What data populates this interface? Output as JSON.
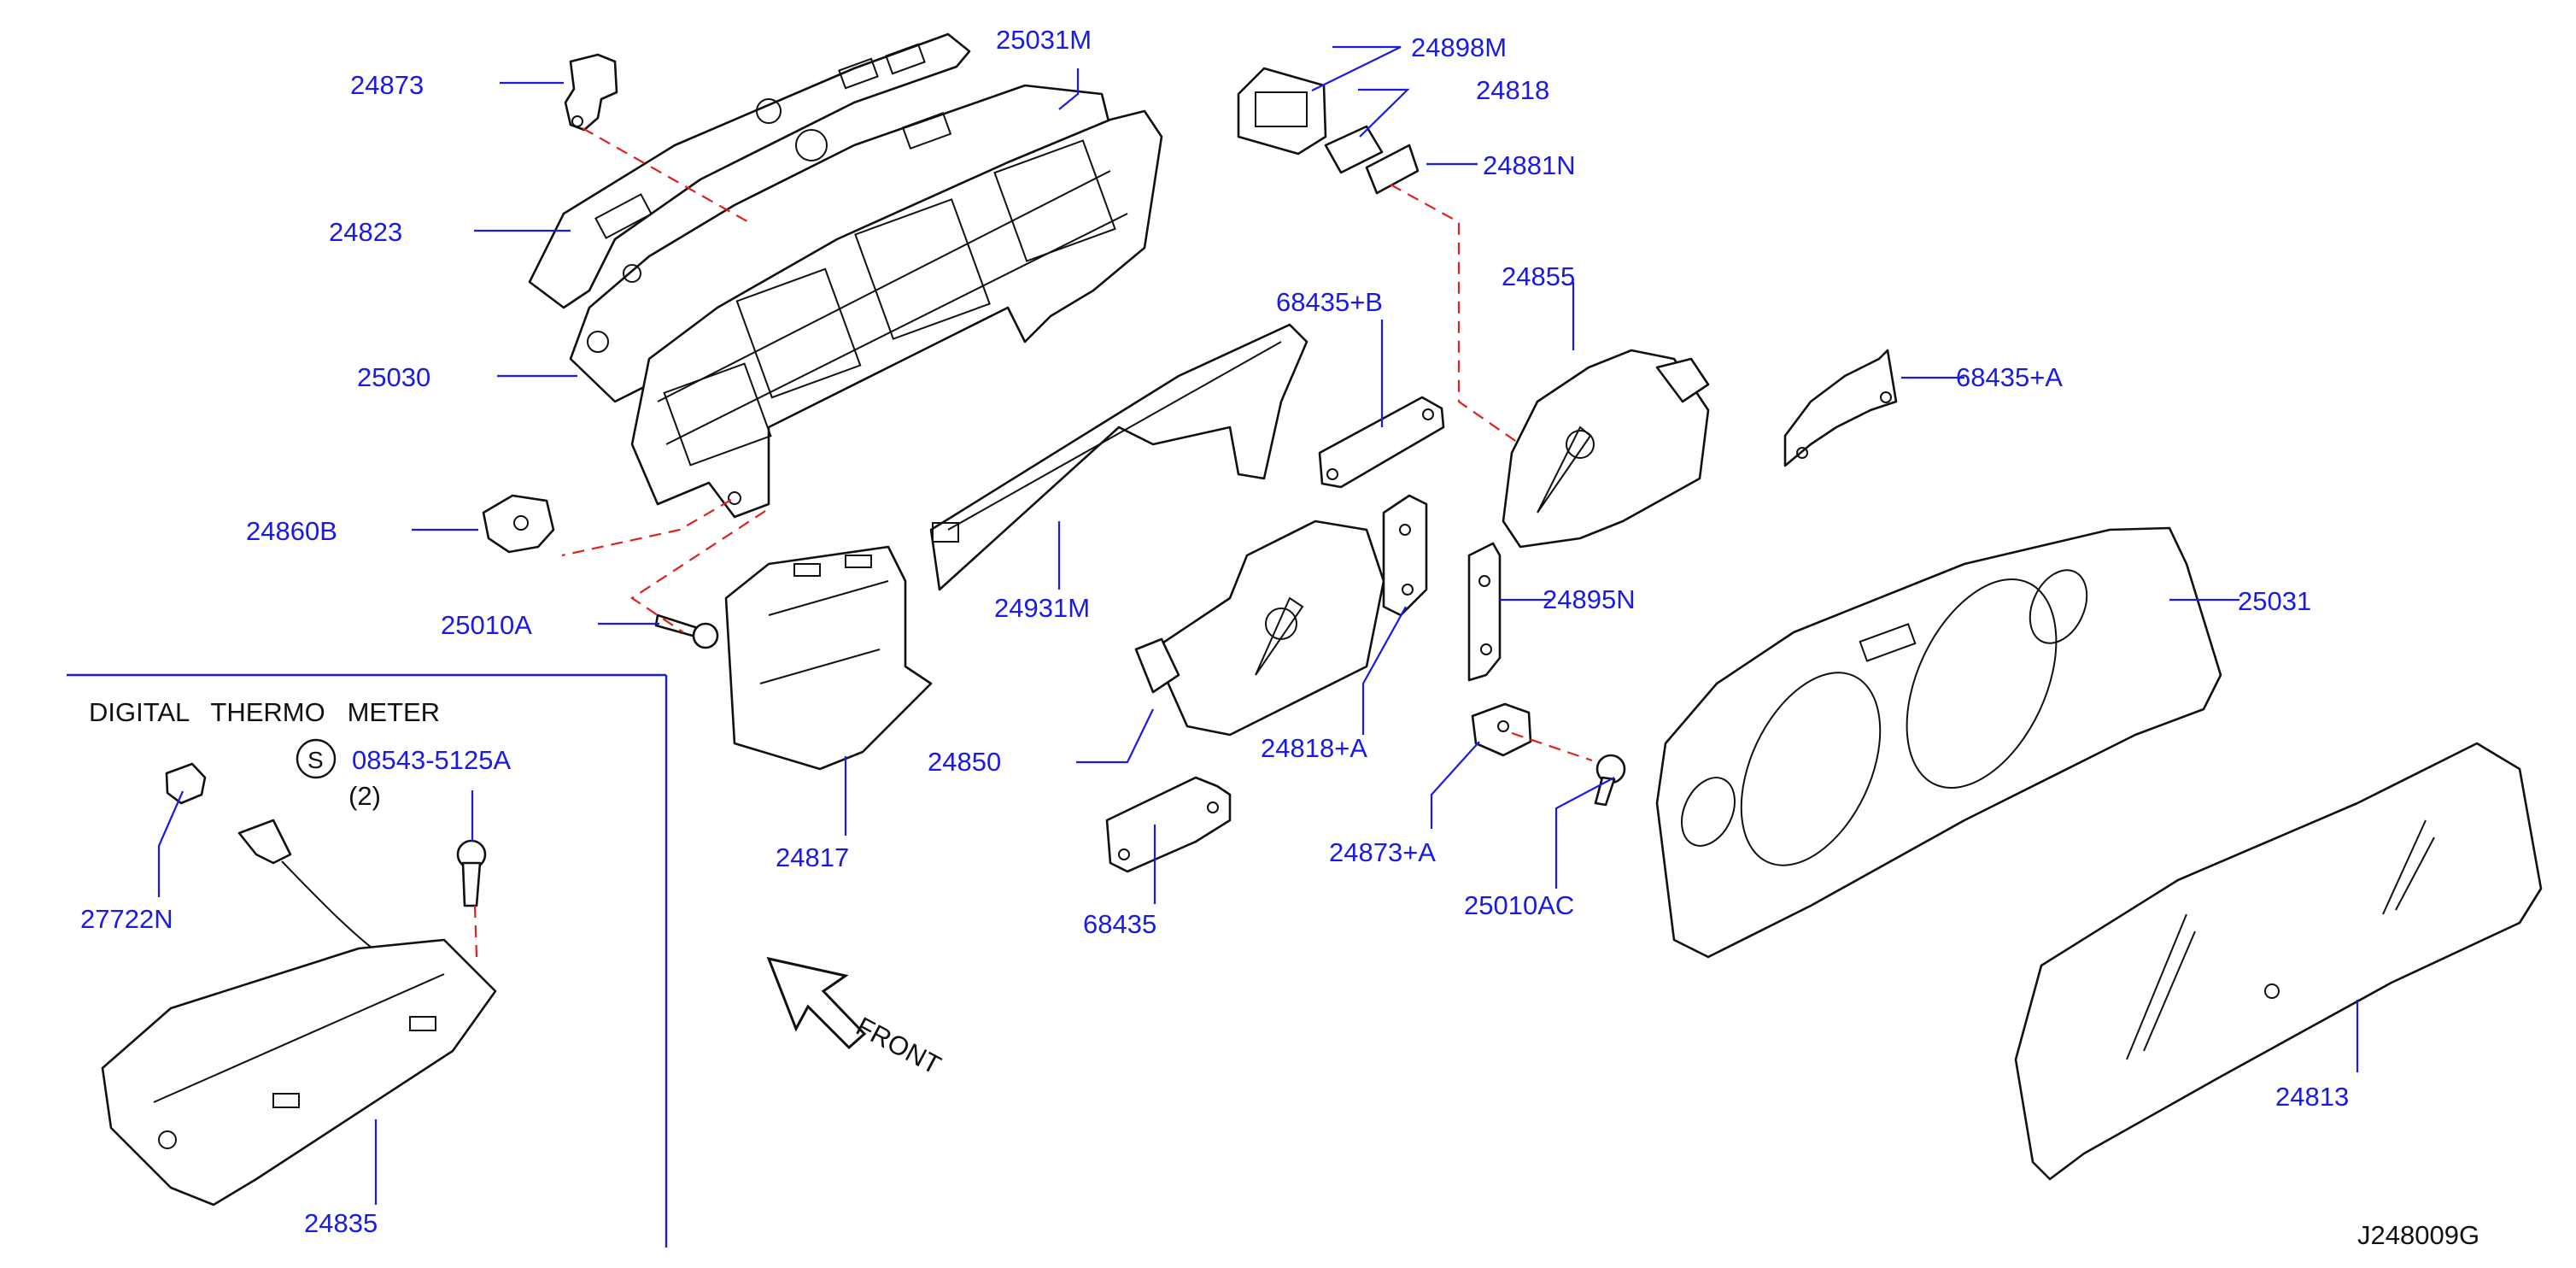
{
  "diagram_code": "J248009G",
  "inset": {
    "title": "DIGITAL   THERMO   METER",
    "screw_symbol": "S",
    "screw_part": "08543-5125A",
    "screw_qty": "(2)"
  },
  "front_label": "FRONT",
  "colors": {
    "label": "#1a1ae6",
    "leader": "#1a1ae6",
    "dash": "#e02020",
    "line": "#111111"
  },
  "parts": {
    "p24873": "24873",
    "p24823": "24823",
    "p25030": "25030",
    "p24860B": "24860B",
    "p25010A": "25010A",
    "p25031M": "25031M",
    "p24898M": "24898M",
    "p24818": "24818",
    "p24881N": "24881N",
    "p24855": "24855",
    "p68435B": "68435+B",
    "p68435A": "68435+A",
    "p24931M": "24931M",
    "p24817": "24817",
    "p24850": "24850",
    "p24818A": "24818+A",
    "p24895N": "24895N",
    "p68435": "68435",
    "p24873A": "24873+A",
    "p25010AC": "25010AC",
    "p25031": "25031",
    "p24813": "24813",
    "p27722N": "27722N",
    "p24835": "24835"
  }
}
